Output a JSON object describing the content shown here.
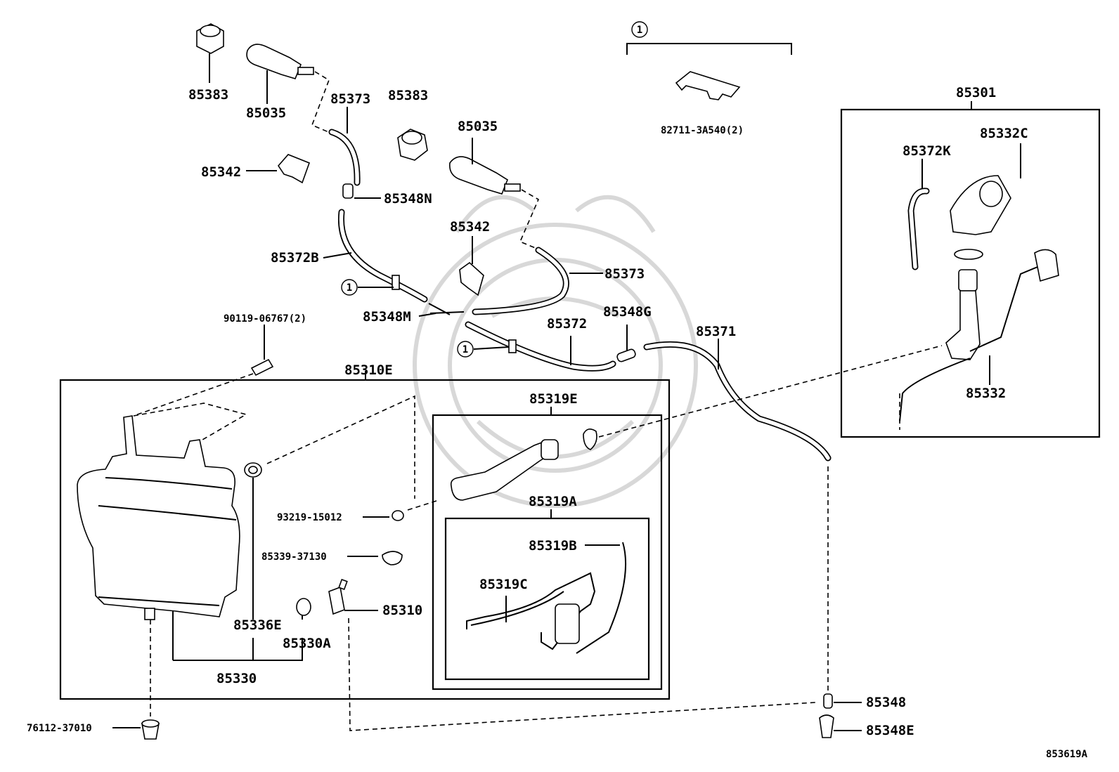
{
  "diagram_id": "853619A",
  "callout_symbol": "1",
  "labels": {
    "p85383_a": "85383",
    "p85035_a": "85035",
    "p85373_a": "85373",
    "p85383_b": "85383",
    "p85035_b": "85035",
    "p85342_a": "85342",
    "p85348n": "85348N",
    "p85342_b": "85342",
    "p85372b": "85372B",
    "p85373_b": "85373",
    "p85348m": "85348M",
    "p85372": "85372",
    "p85348g": "85348G",
    "p85371": "85371",
    "p90119": "90119-06767(2)",
    "p85310e": "85310E",
    "p85319e": "85319E",
    "p85319a": "85319A",
    "p85319b": "85319B",
    "p85319c": "85319C",
    "p93219": "93219-15012",
    "p85339": "85339-37130",
    "p85310": "85310",
    "p85336e": "85336E",
    "p85330a": "85330A",
    "p85330": "85330",
    "p76112": "76112-37010",
    "p85348": "85348",
    "p85348e": "85348E",
    "p82711": "82711-3A540(2)",
    "p85301": "85301",
    "p85372k": "85372K",
    "p85332c": "85332C",
    "p85332": "85332"
  }
}
